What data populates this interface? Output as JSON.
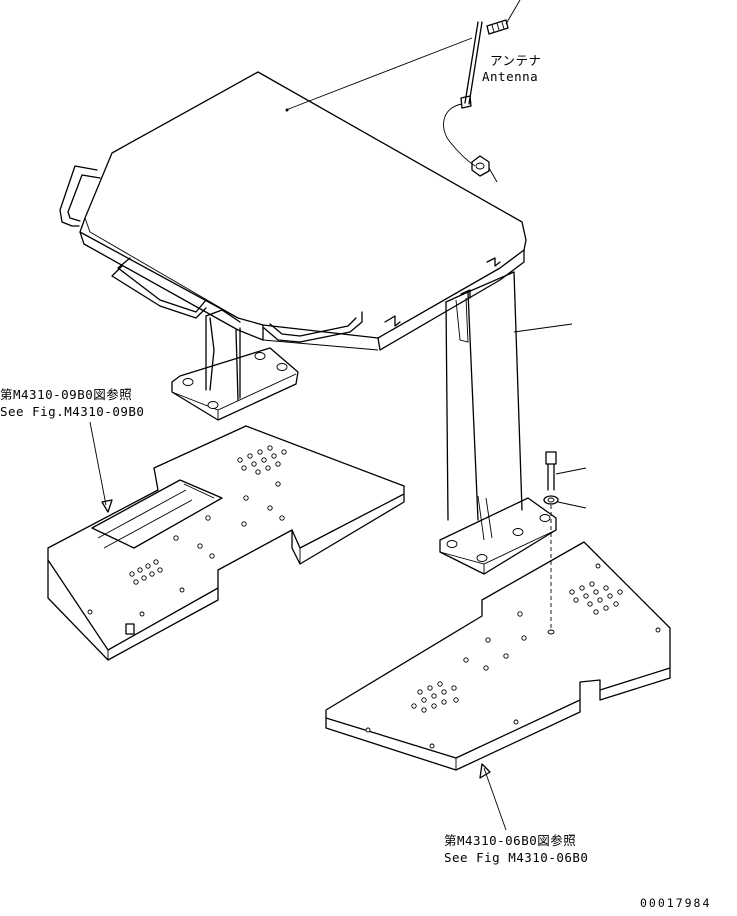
{
  "labels": {
    "antenna_ja": "アンテナ",
    "antenna_en": "Antenna",
    "ref_left_ja": "第M4310-09B0図参照",
    "ref_left_en": "See Fig.M4310-09B0",
    "ref_right_ja": "第M4310-06B0図参照",
    "ref_right_en": "See Fig M4310-06B0",
    "drawing_number": "00017984"
  },
  "colors": {
    "line": "#000000",
    "background": "#ffffff"
  }
}
